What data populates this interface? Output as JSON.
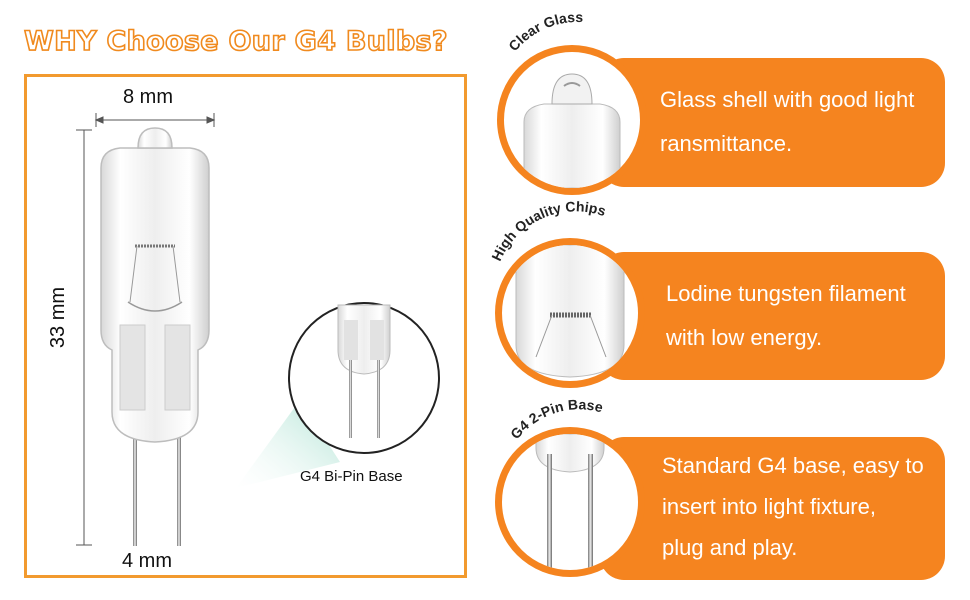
{
  "title": "WHY Choose Our G4 Bulbs?",
  "dimensions": {
    "width_label": "8 mm",
    "height_label": "33 mm",
    "pin_spacing_label": "4 mm"
  },
  "callout": {
    "label": "G4 Bi-Pin Base"
  },
  "features": [
    {
      "badge": "Clear Glass",
      "text_line1": "Glass shell with good light",
      "text_line2": "ransmittance."
    },
    {
      "badge": "High Quality Chips",
      "text_line1": "Lodine tungsten filament",
      "text_line2": "with low energy."
    },
    {
      "badge": "G4 2-Pin Base",
      "text_line1": "Standard G4 base, easy to",
      "text_line2": "insert into light fixture,",
      "text_line3": "plug and play."
    }
  ],
  "colors": {
    "accent": "#f5841f",
    "panel_border": "#f29a2e",
    "title_stroke": "#f08a1e"
  },
  "icons": [
    "bulb-image",
    "pin-base-magnifier",
    "clear-glass-closeup",
    "filament-closeup",
    "pin-base-closeup"
  ]
}
